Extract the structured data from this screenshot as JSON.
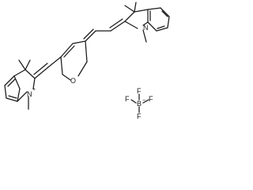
{
  "molecule": {
    "atom_labels": {
      "ring_oxygen": "O",
      "indolium_nitrogen": "N",
      "indolium_charge": "+",
      "indoline_nitrogen": "N"
    },
    "counterion": {
      "boron": "B",
      "boron_charge": "−",
      "fluorine": "F"
    }
  }
}
